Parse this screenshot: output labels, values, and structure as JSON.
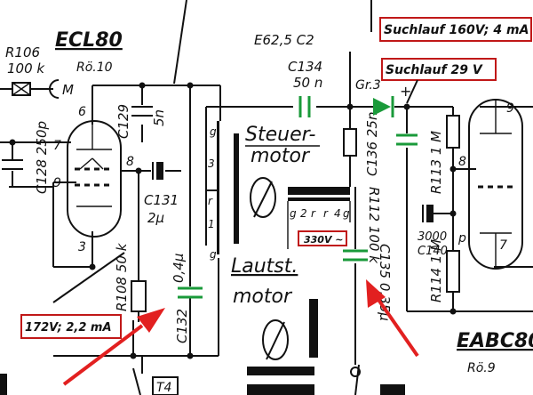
{
  "tubes": {
    "ecl80": {
      "name": "ECL80",
      "ref": "Rö.10",
      "pins": [
        "6",
        "7",
        "8",
        "9",
        "3"
      ]
    },
    "eabc80": {
      "name": "EABC80",
      "ref": "Rö.9",
      "pins": [
        "9",
        "8",
        "p",
        "7"
      ]
    }
  },
  "components": {
    "r106": {
      "ref": "R106",
      "value": "100 k",
      "mark": "M"
    },
    "c128": {
      "ref": "C128",
      "value": "250p"
    },
    "c129": {
      "ref": "C129",
      "value": "5n"
    },
    "c131": {
      "ref": "C131",
      "value": "2µ"
    },
    "r108": {
      "ref": "R108",
      "value": "50 k"
    },
    "c132": {
      "ref": "C132",
      "value": "0,4µ"
    },
    "c134": {
      "ref": "C134",
      "value": "50 n"
    },
    "diode": {
      "type": "E62,5 C2",
      "ref": "Gr.3",
      "polarity": "+"
    },
    "c136": {
      "ref": "C136",
      "value": "25n"
    },
    "r112": {
      "ref": "R112",
      "value": "100 k"
    },
    "r113": {
      "ref": "R113",
      "value": "1 M"
    },
    "c140": {
      "ref": "C140",
      "value": "3000"
    },
    "r114": {
      "ref": "R114",
      "value": "1 M"
    },
    "c135": {
      "ref": "C135",
      "value": "0,35µ"
    },
    "t4": {
      "ref": "T4"
    }
  },
  "motors": {
    "steuer": {
      "label_line1": "Steuer-",
      "label_line2": "motor"
    },
    "lautst": {
      "label_line1": "Lautst.",
      "label_line2": "motor"
    }
  },
  "transformer_pins": [
    "g",
    "3",
    "r",
    "1",
    "g"
  ],
  "relay_pins": [
    "g",
    "2",
    "r",
    "r",
    "4",
    "g"
  ],
  "mains_label": "330V ~",
  "callouts": {
    "suchlauf160": "Suchlauf 160V; 4 mA",
    "suchlauf29": "Suchlauf 29 V",
    "ecl_supply": "172V; 2,2 mA"
  },
  "colors": {
    "highlight": "#e22020",
    "capacitor": "#1a9a3a",
    "ink": "#111111"
  }
}
